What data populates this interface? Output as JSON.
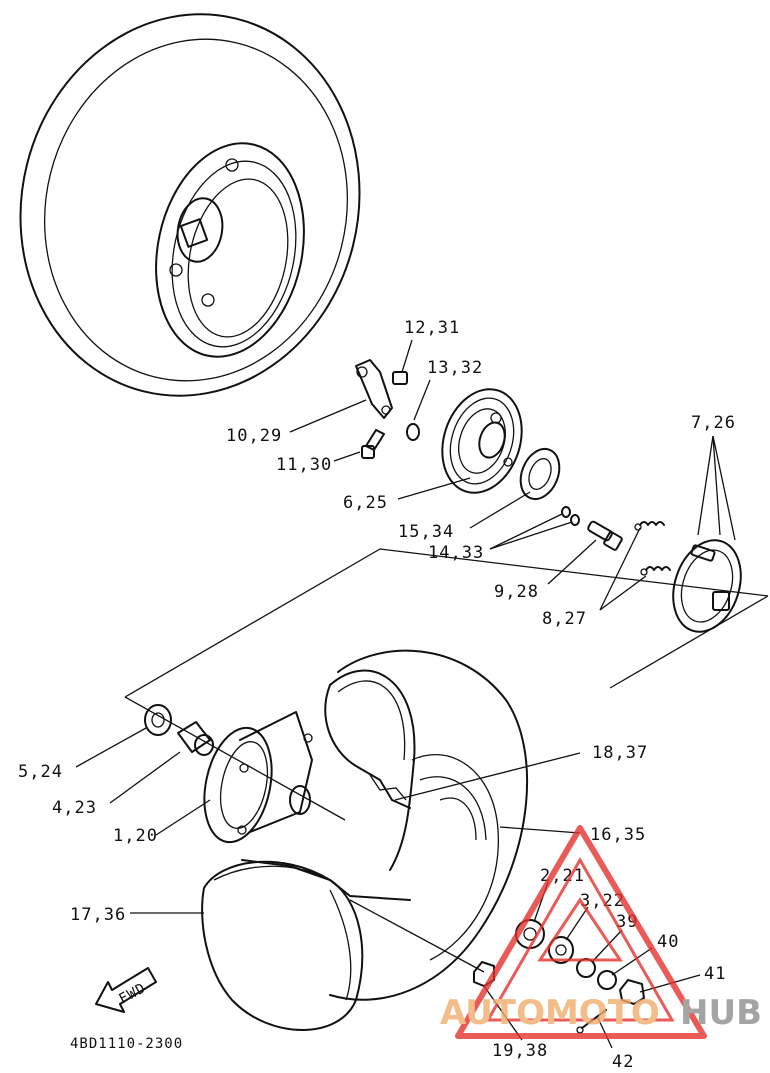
{
  "diagram_code": "4BD1110-2300",
  "direction_arrow": "FWD",
  "watermark": {
    "part1": "AUTOMOTO",
    "part2": "HUB",
    "accent_color": "#e5322d"
  },
  "labels": {
    "p12_31": "12,31",
    "p13_32": "13,32",
    "p10_29": "10,29",
    "p11_30": "11,30",
    "p6_25": "6,25",
    "p15_34": "15,34",
    "p14_33": "14,33",
    "p9_28": "9,28",
    "p7_26": "7,26",
    "p8_27": "8,27",
    "p5_24": "5,24",
    "p4_23": "4,23",
    "p1_20": "1,20",
    "p18_37": "18,37",
    "p16_35": "16,35",
    "p17_36": "17,36",
    "p2_21": "2,21",
    "p3_22": "3,22",
    "p39": "39",
    "p40": "40",
    "p41": "41",
    "p42": "42",
    "p19_38": "19,38"
  }
}
